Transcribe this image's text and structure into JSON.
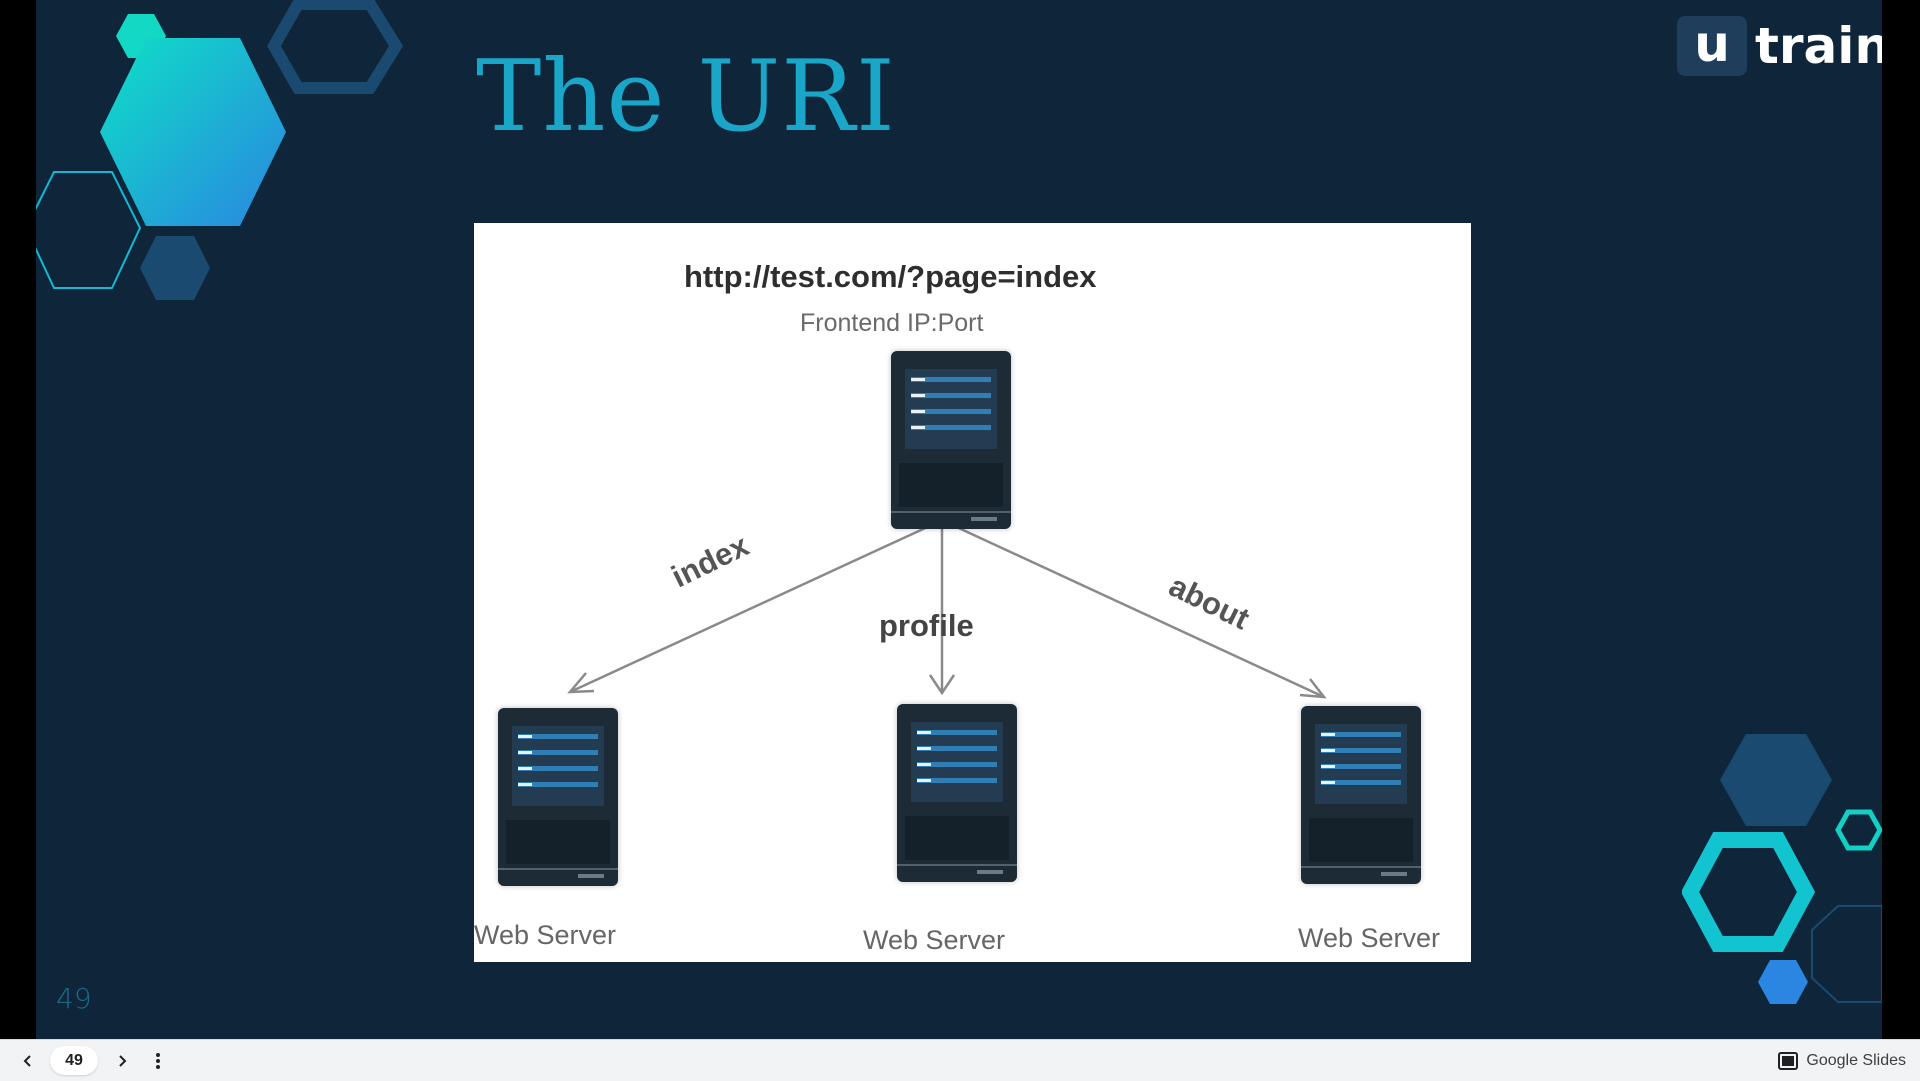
{
  "slide": {
    "title": "The URI",
    "number": "49",
    "logo": {
      "mark": "u",
      "word": "train"
    }
  },
  "diagram": {
    "url": "http://test.com/?page=index",
    "frontend_label": "Frontend  IP:Port",
    "routes": [
      "index",
      "profile",
      "about"
    ],
    "servers": [
      "Web Server",
      "Web Server",
      "Web Server"
    ]
  },
  "presenter": {
    "current_page": "49",
    "brand": "Google Slides"
  },
  "colors": {
    "slide_bg": "#0f263a",
    "title": "#1aa6c8",
    "accent_teal": "#12d0c4",
    "accent_blue": "#1b4a70"
  }
}
